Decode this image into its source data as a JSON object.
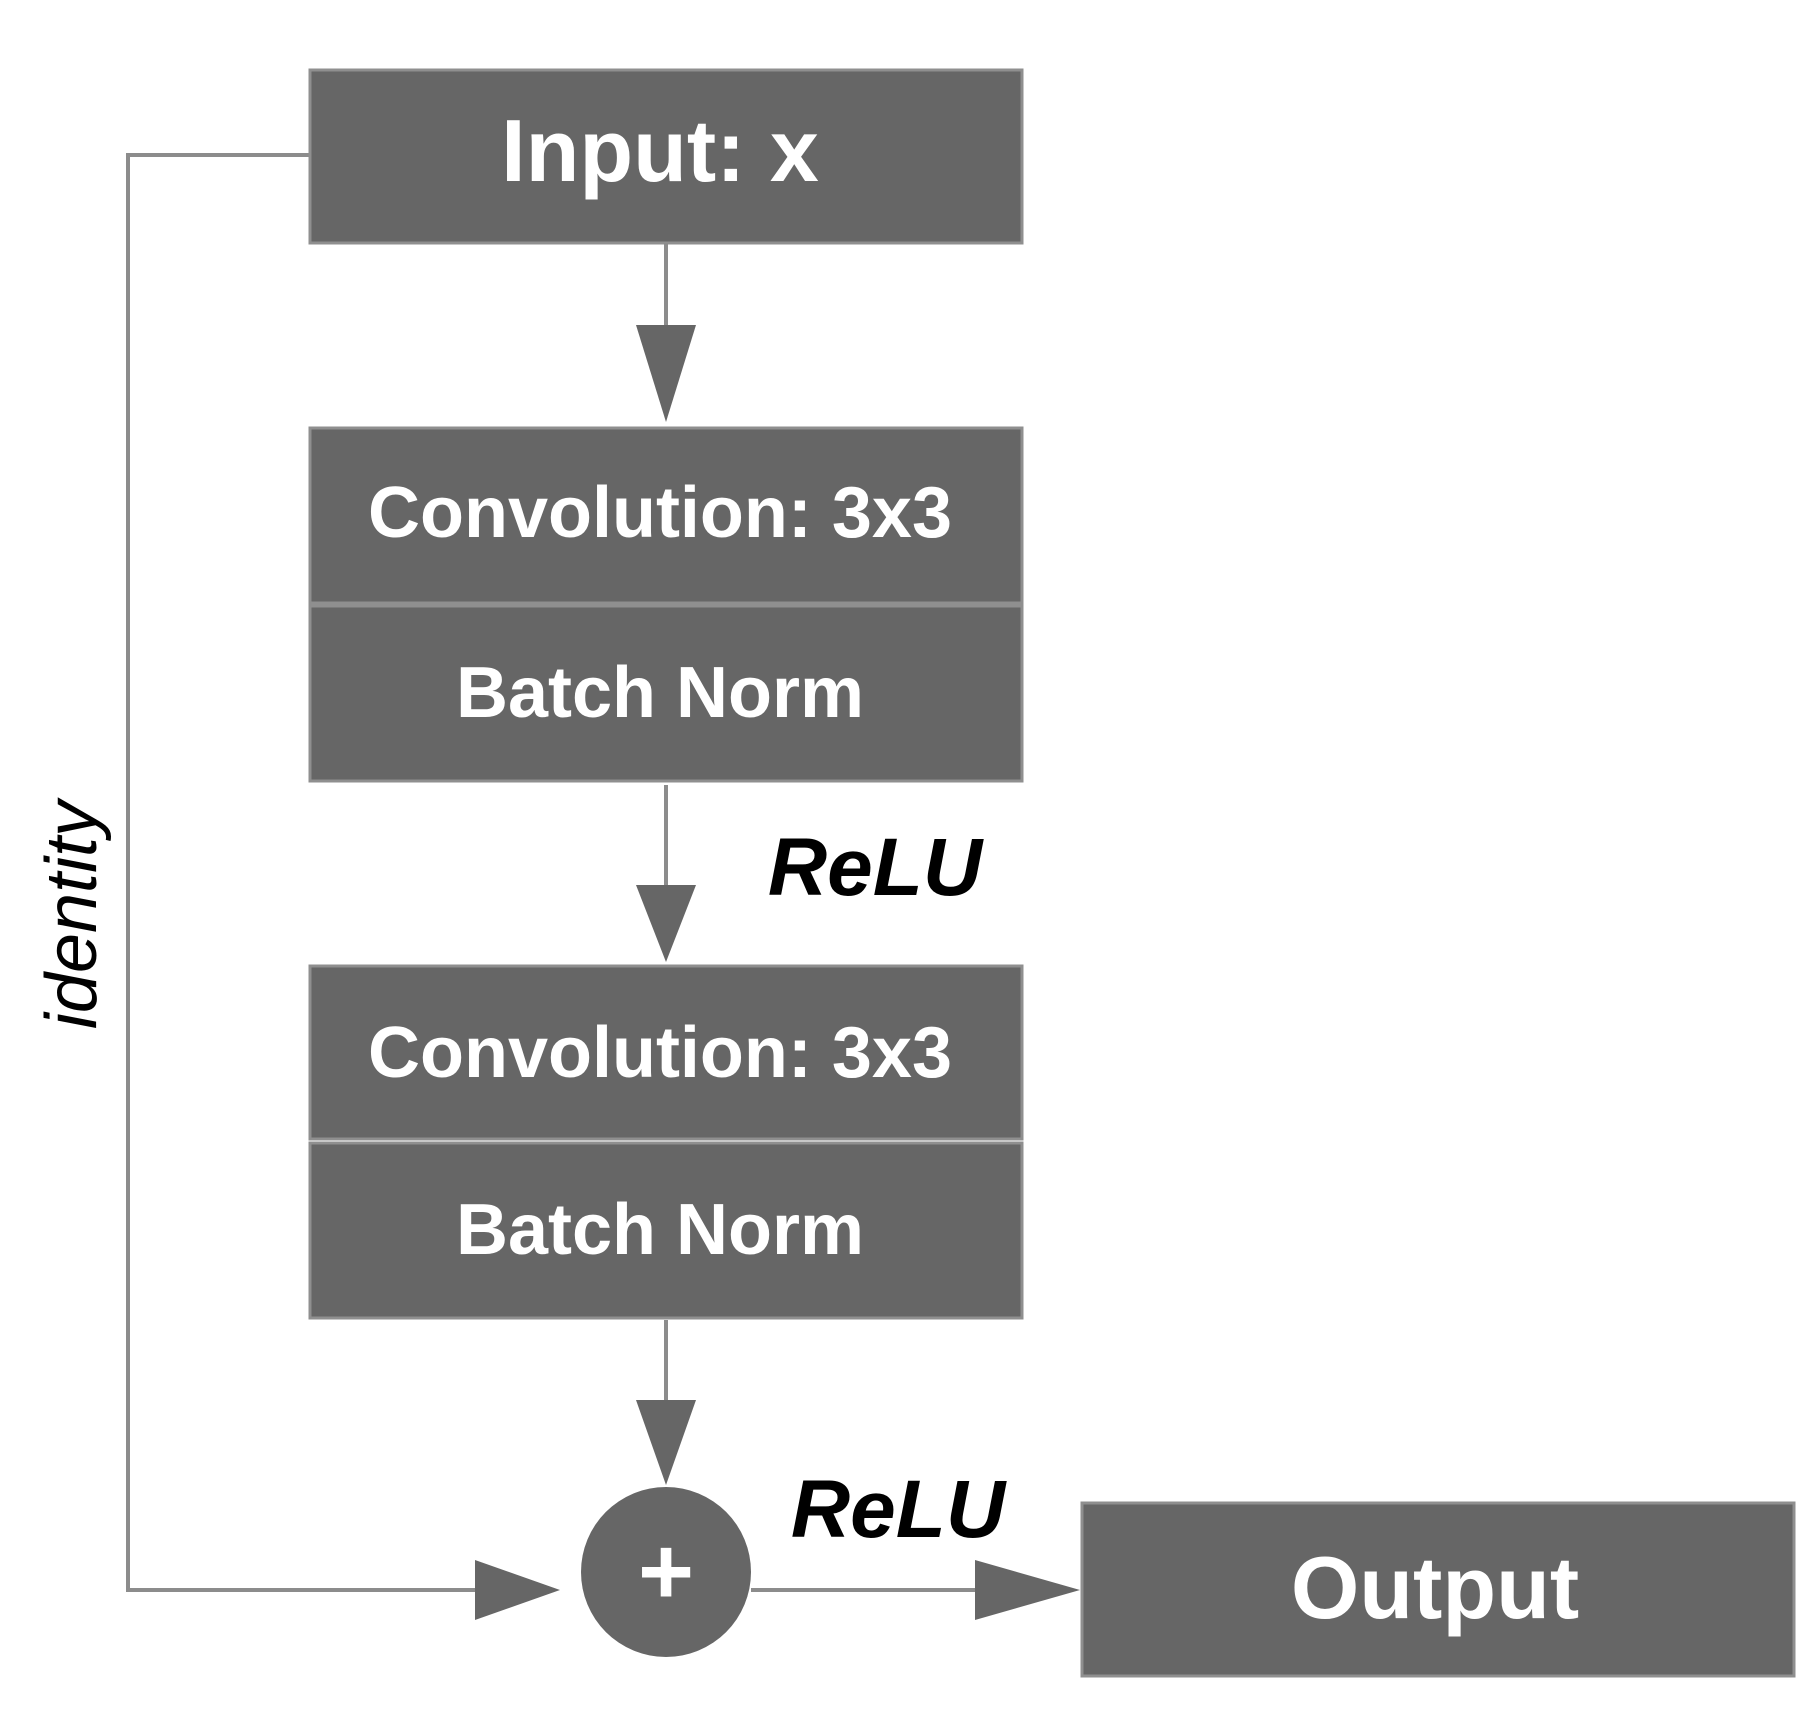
{
  "colors": {
    "block_fill": "#666666",
    "connector": "#8c8c8c",
    "arrowhead": "#666666",
    "block_text": "#ffffff",
    "label_text": "#000000"
  },
  "blocks": {
    "input": "Input: x",
    "conv1": "Convolution: 3x3",
    "bn1": "Batch Norm",
    "conv2": "Convolution: 3x3",
    "bn2": "Batch Norm",
    "output": "Output"
  },
  "labels": {
    "relu_1": "ReLU",
    "relu_2": "ReLU",
    "identity": "identity",
    "add_symbol": "+"
  }
}
